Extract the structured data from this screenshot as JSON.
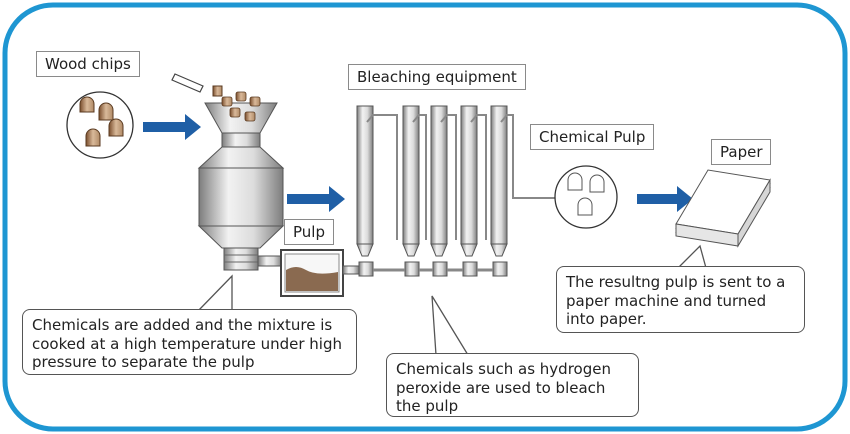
{
  "labels": {
    "wood_chips": "Wood chips",
    "bleaching_equipment": "Bleaching equipment",
    "chemical_pulp": "Chemical Pulp",
    "paper": "Paper",
    "pulp": "Pulp"
  },
  "callouts": {
    "digester": "Chemicals are added and the mixture is cooked at a high temperature under high pressure to separate the pulp",
    "bleaching": "Chemicals such as hydrogen peroxide are used to bleach the pulp",
    "paper_machine": "The resultng pulp is sent to a paper machine and turned into paper."
  },
  "colors": {
    "frame": "#1e96d2",
    "arrow": "#1f5fa6",
    "chip": "#c8a889",
    "chip_dark": "#7a4e2d",
    "pulp_liquid": "#8a6a50",
    "steel_light": "#eeeeee",
    "steel_dark": "#8a8a8a"
  }
}
